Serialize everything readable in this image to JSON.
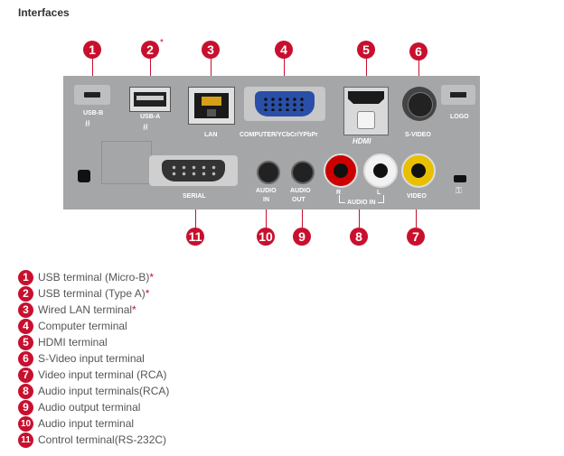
{
  "title": "Interfaces",
  "colors": {
    "accent": "#c8102e",
    "panel": "#a4a6a8"
  },
  "callouts": [
    {
      "num": "1"
    },
    {
      "num": "2",
      "star": "*"
    },
    {
      "num": "3"
    },
    {
      "num": "4"
    },
    {
      "num": "5"
    },
    {
      "num": "6"
    },
    {
      "num": "7"
    },
    {
      "num": "8"
    },
    {
      "num": "9"
    },
    {
      "num": "10"
    },
    {
      "num": "11"
    }
  ],
  "panel_labels": {
    "usb_b": "USB-B",
    "usb_a": "USB-A",
    "lan": "LAN",
    "computer": "COMPUTER/YCbCr/YPbPr",
    "hdmi": "HDMI",
    "svideo": "S-VIDEO",
    "logo": "LOGO",
    "serial": "SERIAL",
    "audio_in_1": "AUDIO",
    "audio_in_2": "IN",
    "audio_out_1": "AUDIO",
    "audio_out_2": "OUT",
    "r": "R",
    "l": "L",
    "audio_in_rca": "AUDIO IN",
    "video": "VIDEO"
  },
  "legend": [
    {
      "num": "1",
      "text": "USB terminal (Micro-B)",
      "star": "*"
    },
    {
      "num": "2",
      "text": "USB terminal (Type A)",
      "star": "*"
    },
    {
      "num": "3",
      "text": "Wired LAN terminal",
      "star": "*"
    },
    {
      "num": "4",
      "text": "Computer terminal",
      "star": ""
    },
    {
      "num": "5",
      "text": "HDMI terminal",
      "star": ""
    },
    {
      "num": "6",
      "text": "S-Video input terminal",
      "star": ""
    },
    {
      "num": "7",
      "text": "Video input terminal (RCA)",
      "star": ""
    },
    {
      "num": "8",
      "text": "Audio input terminals(RCA)",
      "star": ""
    },
    {
      "num": "9",
      "text": "Audio output terminal",
      "star": ""
    },
    {
      "num": "10",
      "text": "Audio input terminal",
      "star": ""
    },
    {
      "num": "11",
      "text": "Control terminal(RS-232C)",
      "star": ""
    }
  ]
}
